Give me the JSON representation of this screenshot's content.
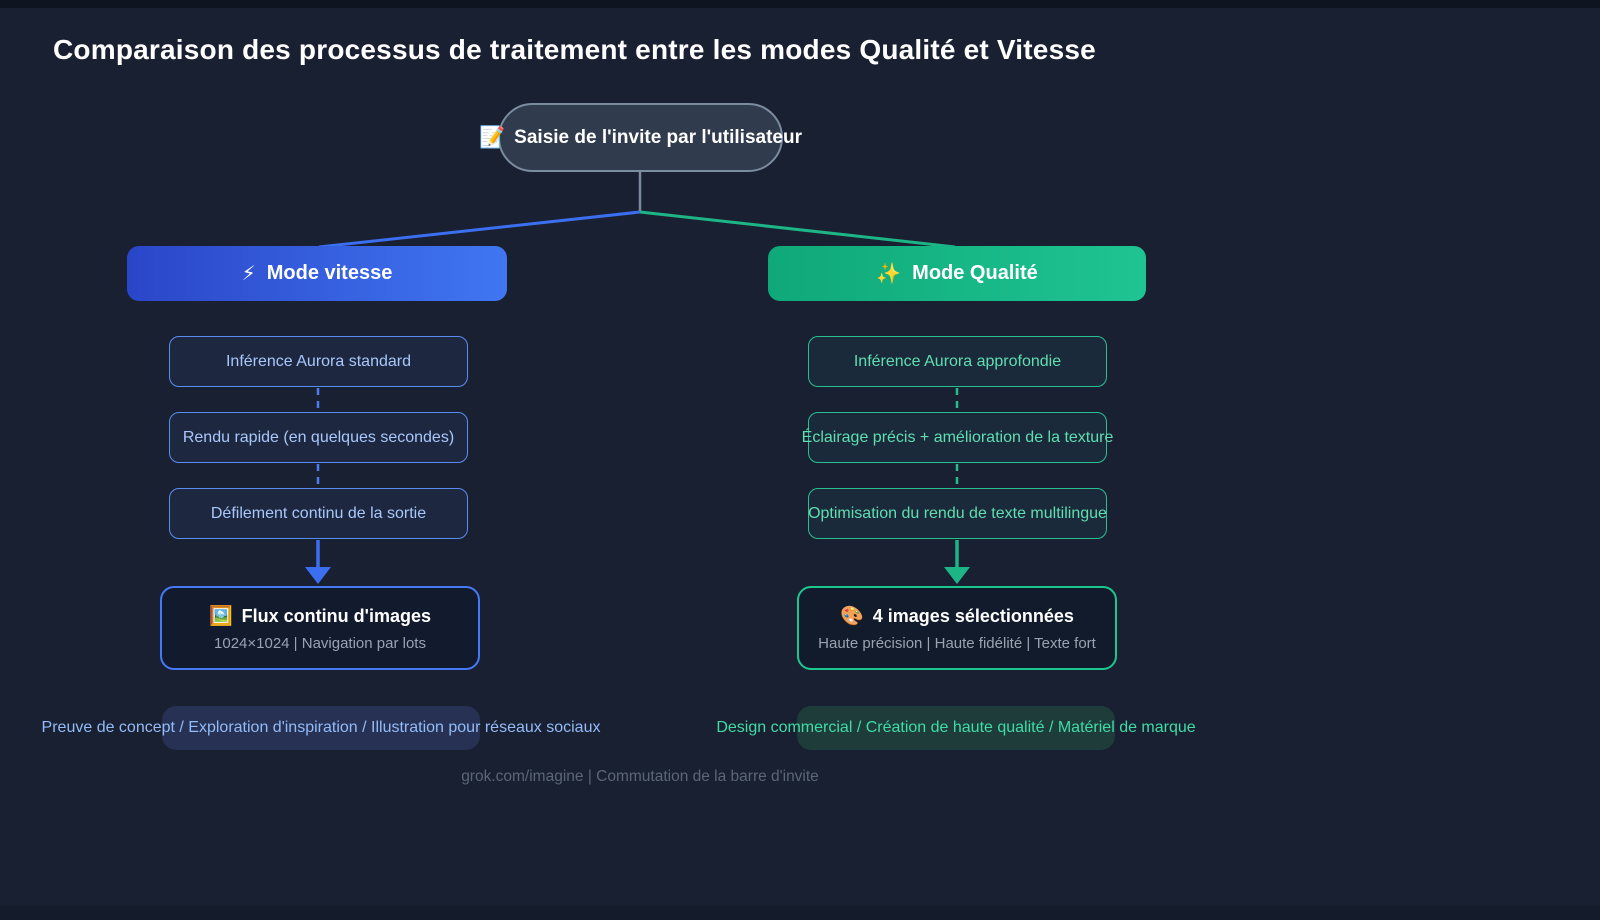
{
  "title": "Comparaison des processus de traitement entre les modes Qualité et Vitesse",
  "root": {
    "icon": "📝",
    "label": "Saisie de l'invite par l'utilisateur"
  },
  "speed": {
    "icon": "⚡",
    "label": "Mode vitesse",
    "steps": [
      "Inférence Aurora standard",
      "Rendu rapide (en quelques secondes)",
      "Défilement continu de la sortie"
    ],
    "result": {
      "icon": "🖼️",
      "title": "Flux continu d'images",
      "subtitle": "1024×1024 | Navigation par lots"
    },
    "use_cases": "Preuve de concept / Exploration d'inspiration / Illustration pour réseaux sociaux",
    "accent": "#4076f2"
  },
  "quality": {
    "icon": "✨",
    "label": "Mode Qualité",
    "steps": [
      "Inférence Aurora approfondie",
      "Éclairage précis + amélioration de la texture",
      "Optimisation du rendu de texte multilingue"
    ],
    "result": {
      "icon": "🎨",
      "title": "4 images sélectionnées",
      "subtitle": "Haute précision | Haute fidélité | Texte fort"
    },
    "use_cases": "Design commercial / Création de haute qualité / Matériel de marque",
    "accent": "#1ec492"
  },
  "footer": "grok.com/imagine | Commutation de la barre d'invite",
  "colors": {
    "background": "#182031",
    "root_border": "#7b8ba0",
    "speed_accent": "#4076f2",
    "quality_accent": "#1ec492"
  }
}
